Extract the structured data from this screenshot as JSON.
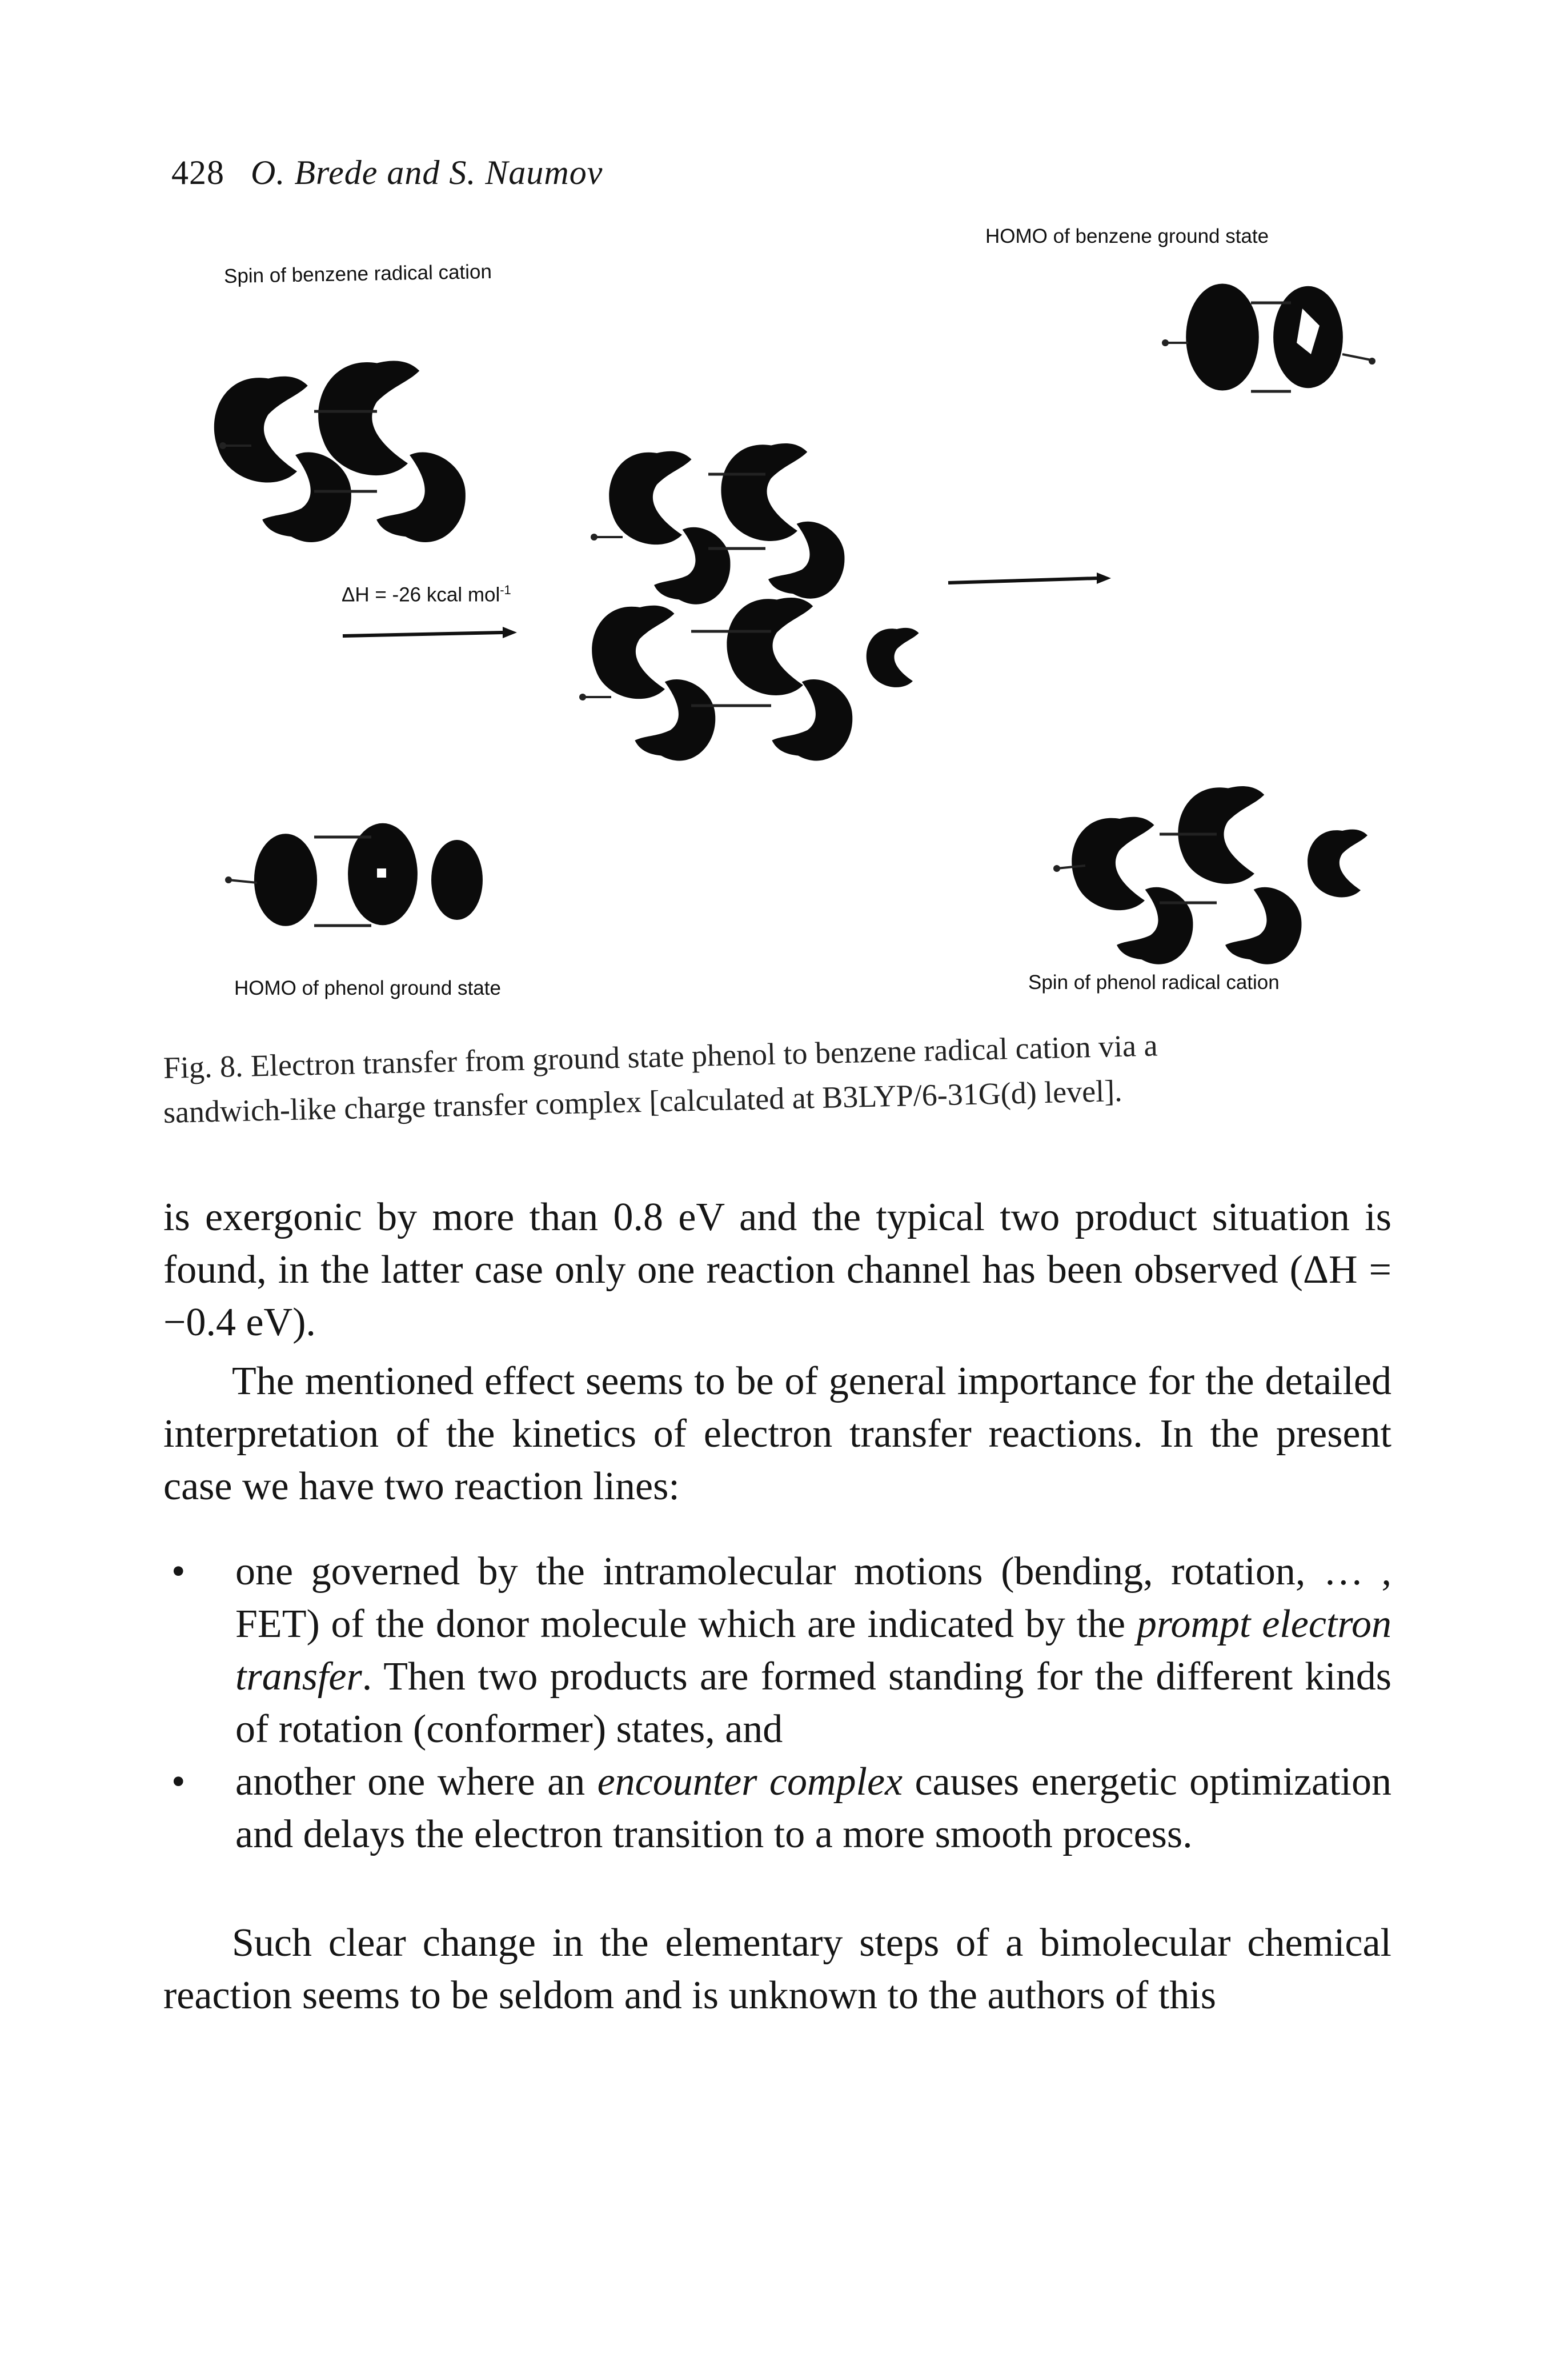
{
  "header": {
    "page_number": "428",
    "authors": "O. Brede and S. Naumov"
  },
  "figure": {
    "labels": {
      "homo_benzene": "HOMO of benzene ground state",
      "spin_benzene": "Spin of benzene radical cation",
      "delta_h": "ΔH = -26 kcal mol",
      "delta_h_sup": "-1",
      "homo_phenol": "HOMO of phenol ground state",
      "spin_phenol": "Spin of phenol radical cation"
    },
    "colors": {
      "orbital": "#0b0b0b",
      "bond": "#222222"
    }
  },
  "caption": {
    "line1": "Fig. 8.  Electron transfer from ground state phenol to benzene radical cation via a",
    "line2": "sandwich-like charge transfer complex [calculated at B3LYP/6-31G(d) level]."
  },
  "body": {
    "p1": "is exergonic by more than 0.8 eV and the typical two product situation is found, in the latter case only one reaction channel has been observed (ΔH = −0.4 eV).",
    "p2": "The mentioned effect seems to be of general importance for the detailed interpretation of the kinetics of electron transfer reactions. In the present case we have two reaction lines:",
    "bullet1_a": "one governed by the intramolecular motions (bending, rotation, … , FET) of the donor molecule which are indicated by the ",
    "bullet1_em": "prompt electron transfer",
    "bullet1_b": ". Then two products are formed standing for the different kinds of rotation (conformer) states, and",
    "bullet2_a": "another one where an ",
    "bullet2_em": "encounter complex",
    "bullet2_b": " causes energetic optimization and delays the electron transition to a more smooth process.",
    "p3": "Such clear change in the elementary steps of a bimolecular chemical reaction seems to be seldom and is unknown to the authors of this",
    "bullet_char": "•"
  }
}
